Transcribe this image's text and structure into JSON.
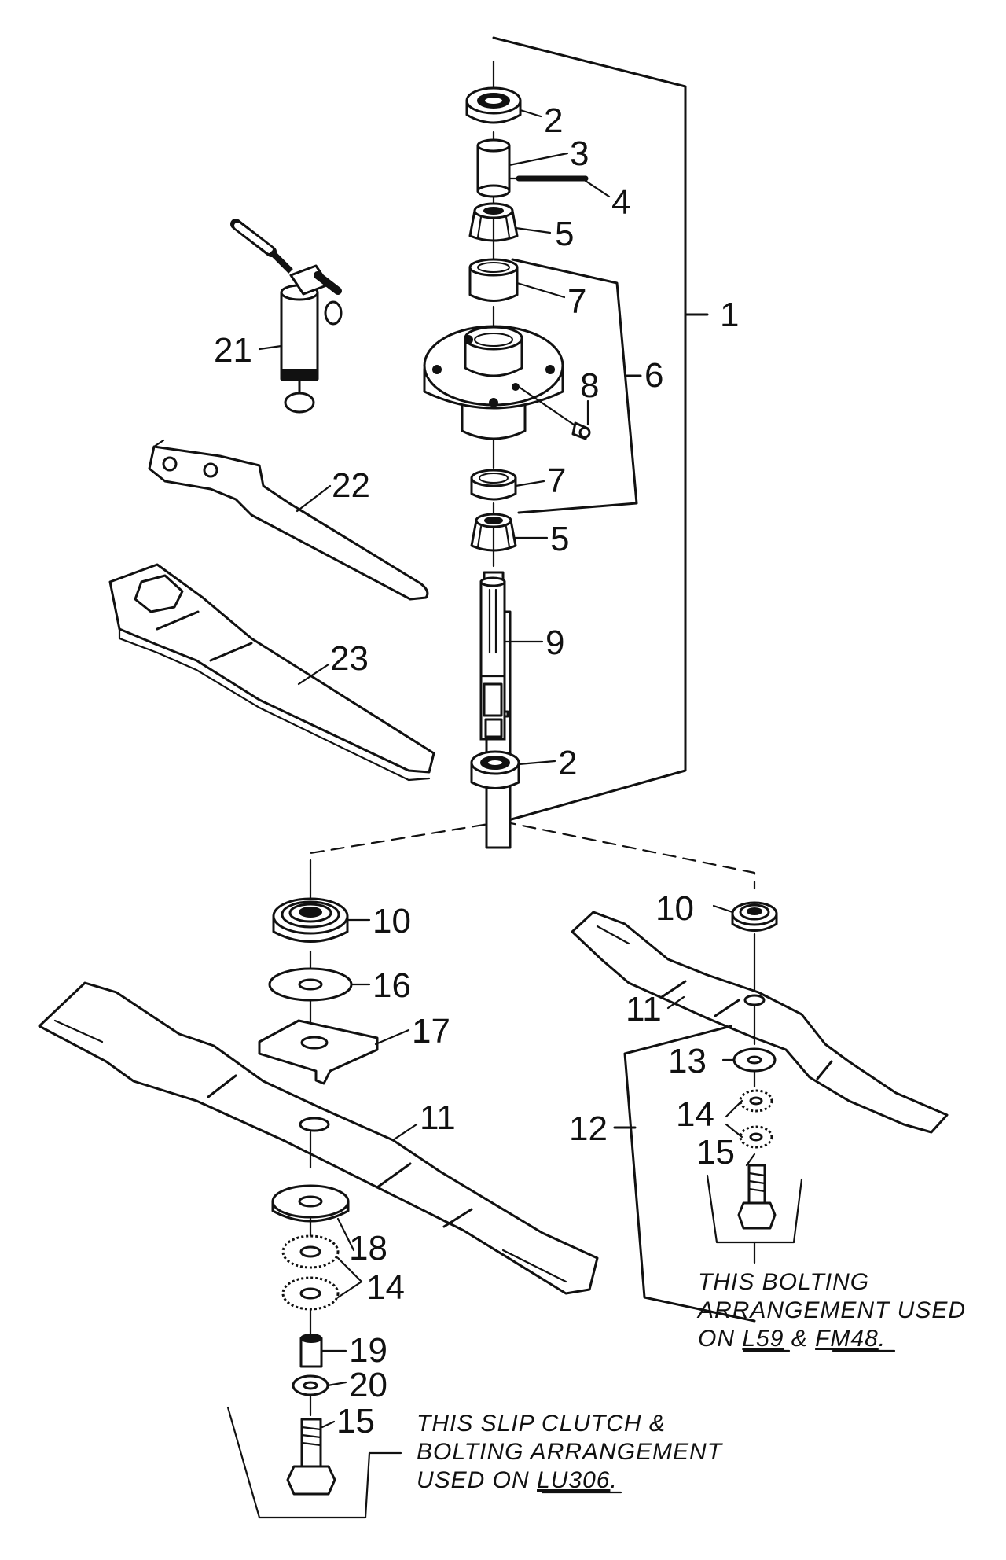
{
  "callouts": {
    "c1": "1",
    "c2_top": "2",
    "c2_bottom": "2",
    "c3": "3",
    "c4": "4",
    "c5_top": "5",
    "c5_bottom": "5",
    "c6": "6",
    "c7_top": "7",
    "c7_bottom": "7",
    "c8": "8",
    "c9": "9",
    "c10_left": "10",
    "c10_right": "10",
    "c11_left": "11",
    "c11_right": "11",
    "c12": "12",
    "c13": "13",
    "c14_left": "14",
    "c14_right": "14",
    "c15_left": "15",
    "c15_right": "15",
    "c16": "16",
    "c17": "17",
    "c18": "18",
    "c19": "19",
    "c20": "20",
    "c21": "21",
    "c22": "22",
    "c23": "23"
  },
  "notes": {
    "right": {
      "line1": "THIS BOLTING",
      "line2": "ARRANGEMENT USED",
      "line3_prefix": "ON ",
      "model_a": "L59",
      "joiner": " & ",
      "model_b": "FM48",
      "suffix": "."
    },
    "bottom": {
      "line1": "THIS SLIP CLUTCH &",
      "line2": "BOLTING ARRANGEMENT",
      "line3_prefix": "USED ON ",
      "model": "LU306",
      "suffix": "."
    }
  }
}
